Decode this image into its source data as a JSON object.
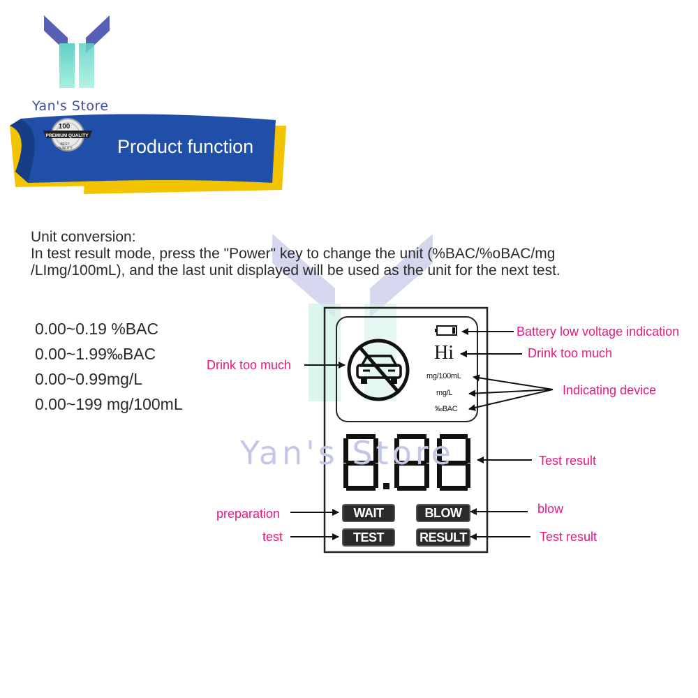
{
  "brand": {
    "store_name": "Yan's Store",
    "logo_colors": [
      "#5a63b8",
      "#6fd7c5"
    ]
  },
  "banner": {
    "title": "Product function",
    "seal_top": "100",
    "seal_ribbon": "PREMIUM QUALITY",
    "seal_bottom": "BEST QUALITY"
  },
  "description": {
    "heading": "Unit conversion:",
    "line1": "In test result mode, press the \"Power\" key to change the unit (%BAC/%oBAC/mg",
    "line2": "/LImg/100mL), and the last unit displayed will be used as the unit for the next test."
  },
  "ranges": [
    "0.00~0.19 %BAC",
    "0.00~1.99‰BAC",
    "0.00~0.99mg/L",
    "0.00~199 mg/100mL"
  ],
  "display": {
    "hi": "Hi",
    "unit_mg100ml": "mg/100mL",
    "unit_mgl": "mg/L",
    "unit_bac": "‰BAC",
    "digits": "8.88",
    "wait": "WAIT",
    "blow": "BLOW",
    "test": "TEST",
    "result": "RESULT"
  },
  "labels": {
    "battery": "Battery low voltage indication",
    "drink_right": "Drink too much",
    "drink_left": "Drink too much",
    "indicating": "Indicating device",
    "test_result_top": "Test result",
    "preparation": "preparation",
    "blow": "blow",
    "test": "test",
    "test_result_bottom": "Test result"
  },
  "watermark": {
    "text": "Yan's Store"
  },
  "colors": {
    "label_pink": "#e8177f",
    "banner_blue": "#1f4fa8",
    "banner_yellow": "#f2c300"
  }
}
